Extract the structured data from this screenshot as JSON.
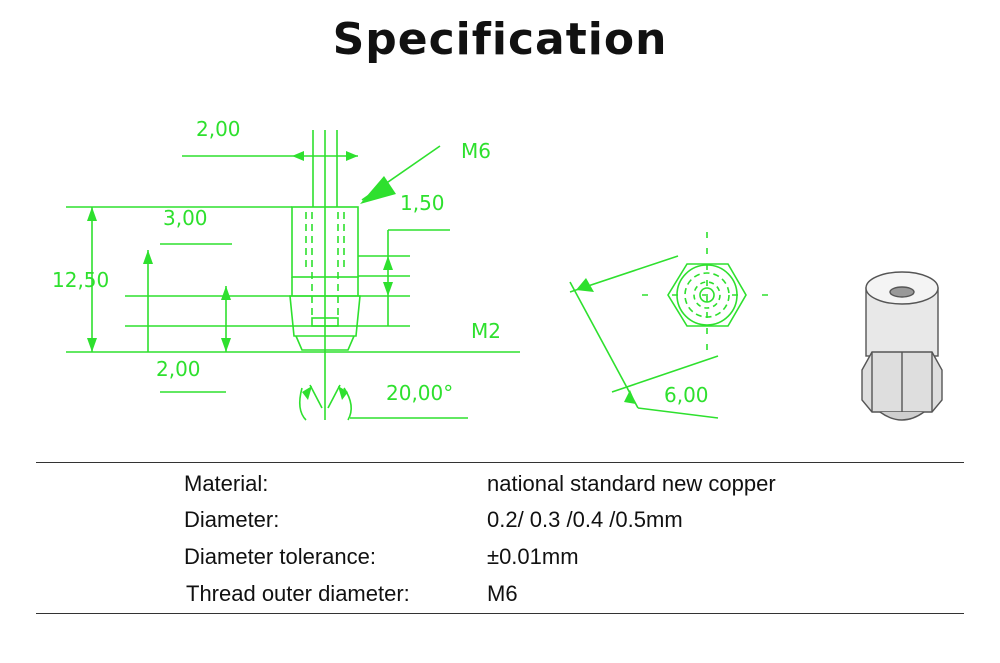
{
  "title": "Specification",
  "drawing": {
    "dimensions": {
      "top_width": "2,00",
      "thread": "M6",
      "side_offset": "1,50",
      "bore": "3,00",
      "total_length": "12,50",
      "nozzle_thread": "M2",
      "tip_length": "2,00",
      "tip_angle": "20,00°",
      "hex_width": "6,00"
    },
    "line_color": "#2ee02e"
  },
  "specs": [
    {
      "label": "Material:",
      "value": "national standard new copper"
    },
    {
      "label": "Diameter:",
      "value": "0.2/ 0.3 /0.4 /0.5mm"
    },
    {
      "label": "Diameter tolerance:",
      "value": "±0.01mm"
    },
    {
      "label": "Thread outer diameter:",
      "value": "M6"
    }
  ]
}
